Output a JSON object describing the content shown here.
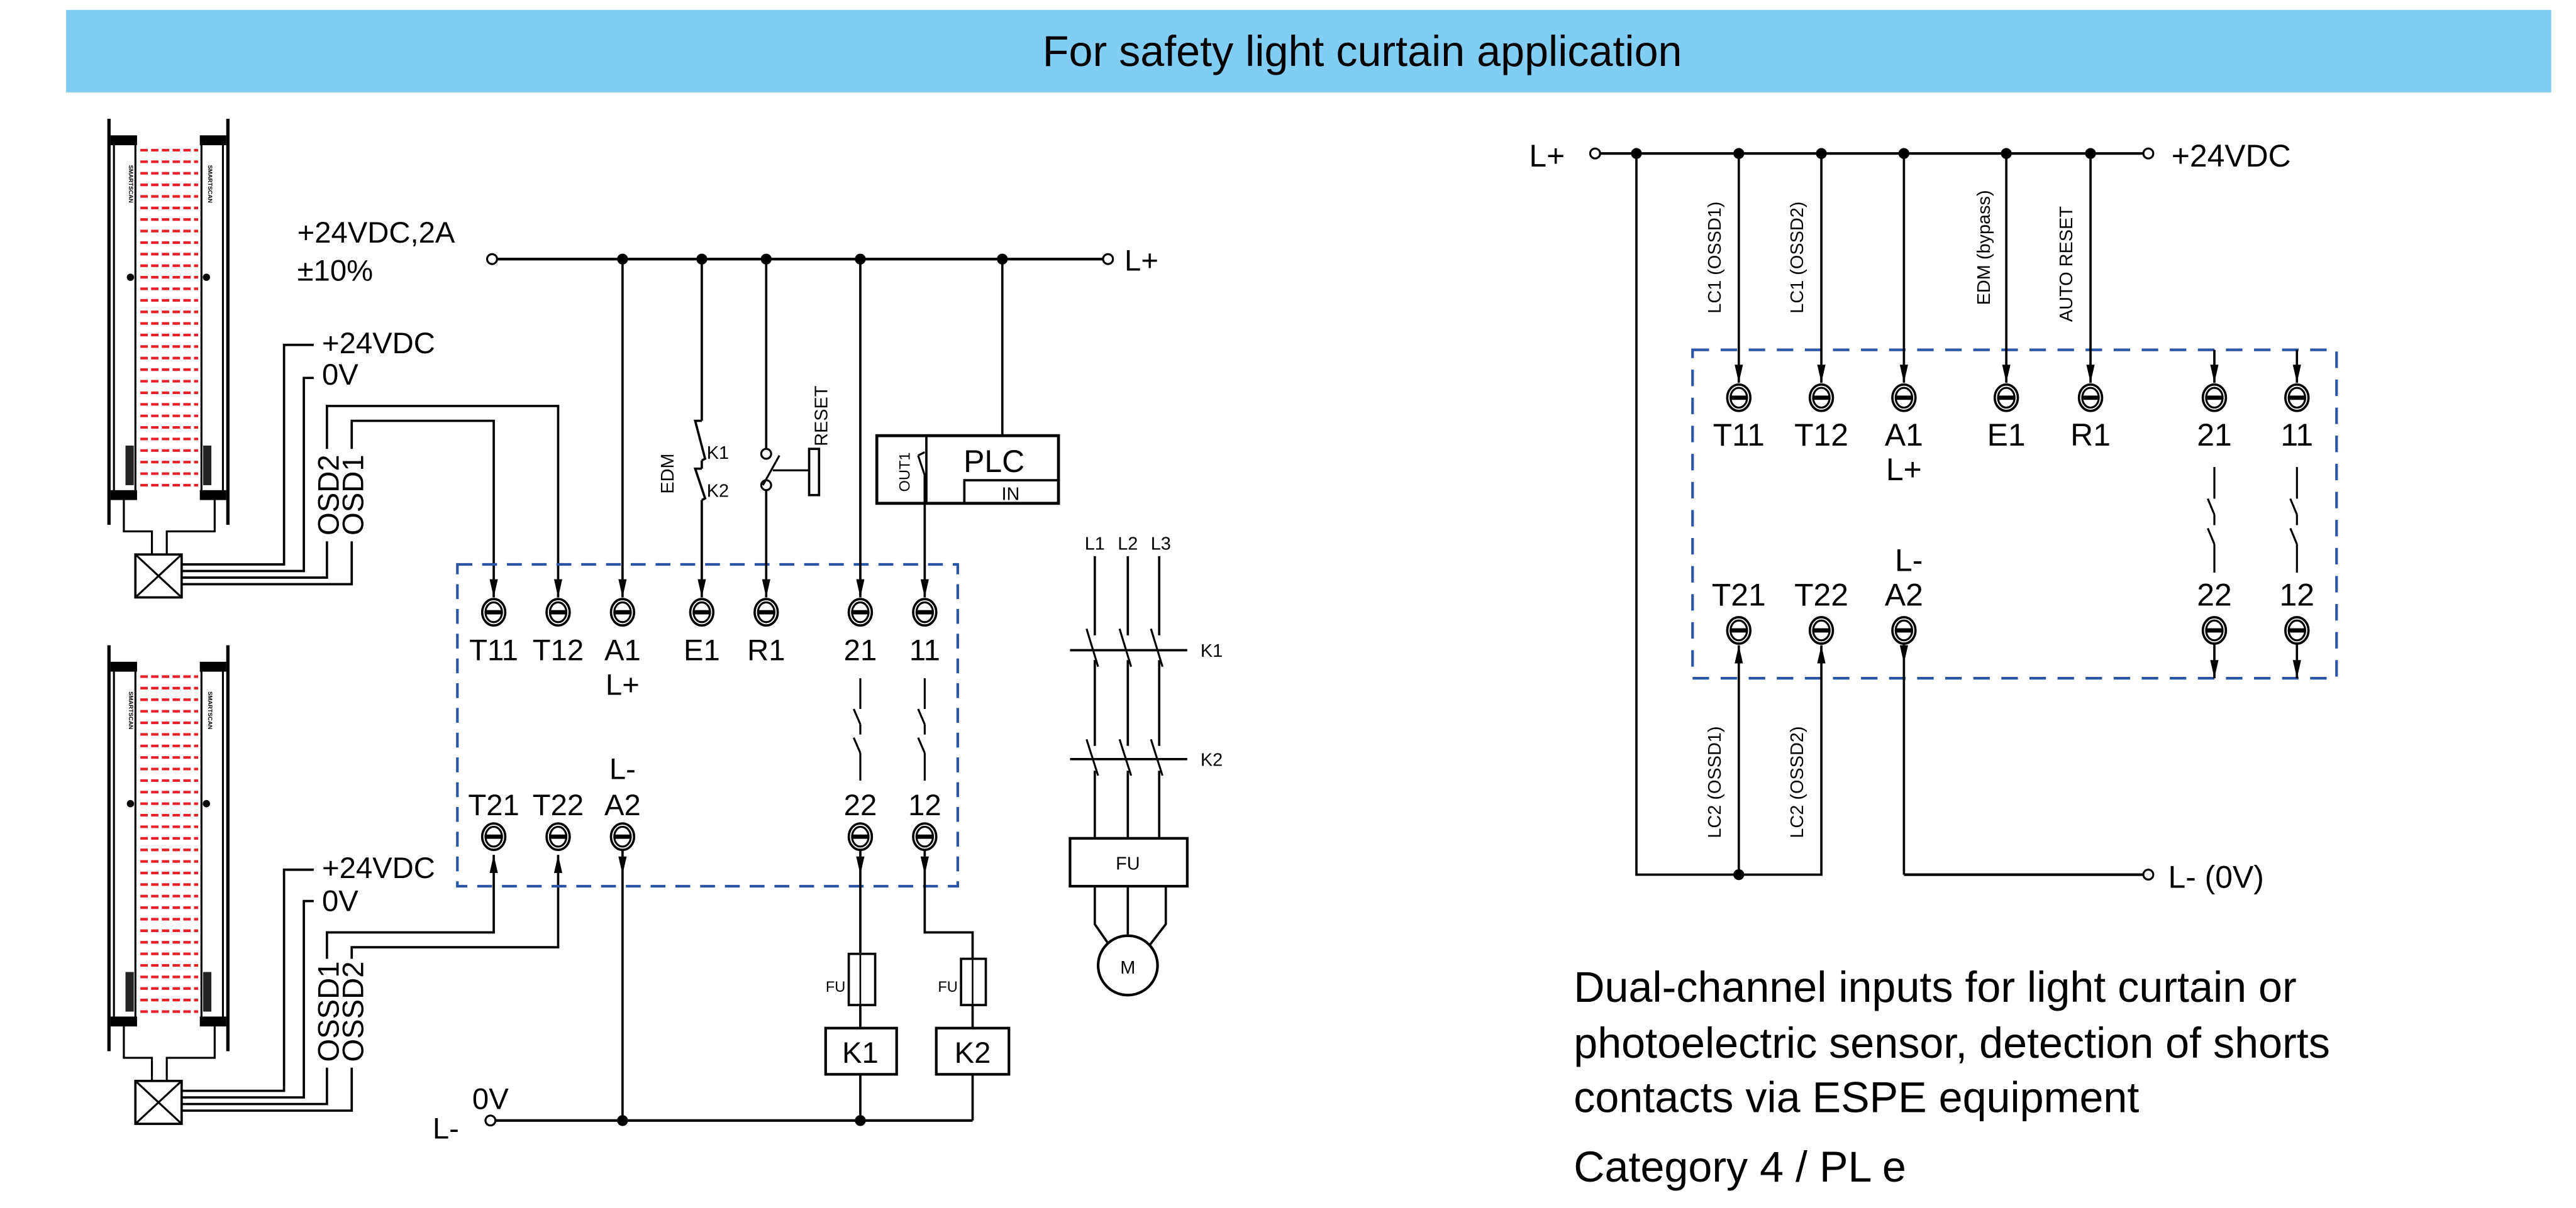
{
  "header": {
    "title": "For safety light curtain application",
    "band_color": "#82cdf3"
  },
  "colors": {
    "module_border": "#2b55a5",
    "beam": "#e8202a"
  },
  "left": {
    "supply": [
      "+24VDC,2A",
      "±10%"
    ],
    "lplus": "L+",
    "lminus": "L-",
    "zero_v": "0V",
    "brand": "SMARTSCAN",
    "curtain1": {
      "plus": "+24VDC",
      "zero": "0V",
      "osd2": "OSD2",
      "osd1": "OSD1"
    },
    "curtain2": {
      "plus": "+24VDC",
      "zero": "0V",
      "ossd1": "OSSD1",
      "ossd2": "OSSD2"
    },
    "terminals_top": [
      "T11",
      "T12",
      "A1",
      "E1",
      "R1",
      "21",
      "11"
    ],
    "a1_sub": "L+",
    "a2_sup": "L-",
    "terminals_bottom": [
      "T21",
      "T22",
      "A2",
      "22",
      "12"
    ],
    "edm": "EDM",
    "edm_k1": "K1",
    "edm_k2": "K2",
    "reset": "RESET",
    "plc": "PLC",
    "plc_in": "IN",
    "plc_out1": "OUT1",
    "fuse1": "FU",
    "fuse2": "FU",
    "coil_k1": "K1",
    "coil_k2": "K2",
    "motor": {
      "phases": [
        "L1",
        "L2",
        "L3"
      ],
      "k1": "K1",
      "k2": "K2",
      "fu": "FU",
      "m": "M"
    }
  },
  "right": {
    "lplus": "L+",
    "supply": "+24VDC",
    "lminus": "L- (0V)",
    "wire_labels_top": [
      "LC1  (OSSD1)",
      "LC1  (OSSD2)",
      "EDM  (bypass)",
      "AUTO  RESET"
    ],
    "wire_labels_bottom": [
      "LC2  (OSSD1)",
      "LC2  (OSSD2)"
    ],
    "terminals_top": [
      "T11",
      "T12",
      "A1",
      "E1",
      "R1",
      "21",
      "11"
    ],
    "a1_sub": "L+",
    "a2_sup": "L-",
    "terminals_bottom": [
      "T21",
      "T22",
      "A2",
      "22",
      "12"
    ]
  },
  "description": {
    "lines": [
      "Dual-channel inputs for light curtain or",
      "photoelectric sensor, detection of shorts",
      "contacts via ESPE equipment"
    ],
    "category": "Category 4 / PL e"
  }
}
